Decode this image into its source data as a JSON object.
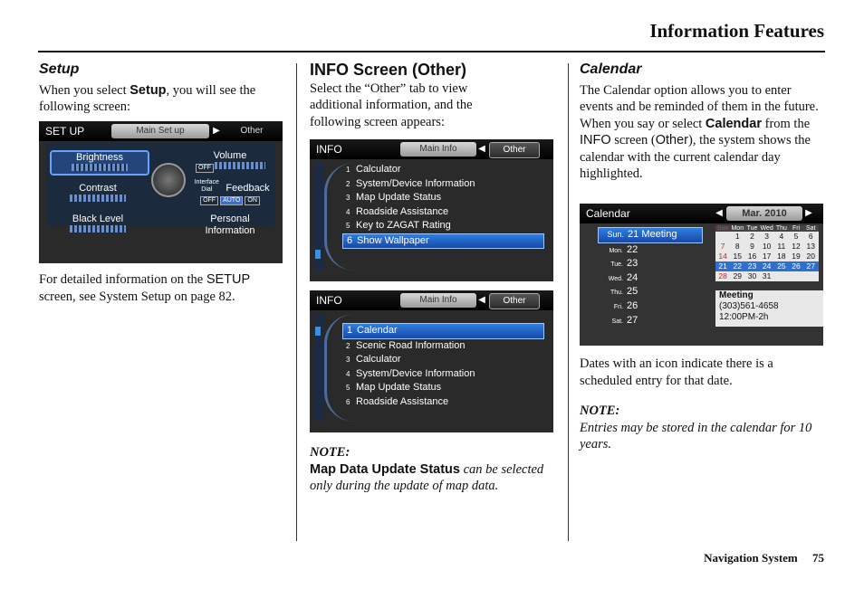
{
  "header": {
    "title": "Information Features"
  },
  "col1": {
    "heading": "Setup",
    "p1_a": "When you select ",
    "p1_b": "Setup",
    "p1_c": ", you will see the following screen:",
    "p2_a": "For detailed information on the ",
    "p2_b": "SETUP",
    "p2_c": "screen, see System Setup on page 82.",
    "screen": {
      "title": "SET UP",
      "tab_active": "Main Set up",
      "tab_other": "Other",
      "cells": [
        "Brightness",
        "Volume",
        "Contrast",
        "Feedback",
        "Black Level",
        "Personal",
        "Information"
      ],
      "interface_dial": "Interface Dial",
      "off": "OFF",
      "auto": "AUTO",
      "on": "ON"
    }
  },
  "col2": {
    "heading": "INFO Screen (Other)",
    "p1": "Select the “Other” tab to view additional information, and the following screen appears:",
    "screen1": {
      "title": "INFO",
      "tab_main": "Main Info",
      "tab_other": "Other",
      "items": [
        {
          "n": "1",
          "label": "Calculator"
        },
        {
          "n": "2",
          "label": "System/Device Information"
        },
        {
          "n": "3",
          "label": "Map Update Status"
        },
        {
          "n": "4",
          "label": "Roadside Assistance"
        },
        {
          "n": "5",
          "label": "Key to ZAGAT Rating"
        },
        {
          "n": "6",
          "label": "Show Wallpaper"
        }
      ]
    },
    "screen2": {
      "title": "INFO",
      "tab_main": "Main Info",
      "tab_other": "Other",
      "items": [
        {
          "n": "1",
          "label": "Calendar"
        },
        {
          "n": "2",
          "label": "Scenic Road Information"
        },
        {
          "n": "3",
          "label": "Calculator"
        },
        {
          "n": "4",
          "label": "System/Device Information"
        },
        {
          "n": "5",
          "label": "Map Update Status"
        },
        {
          "n": "6",
          "label": "Roadside Assistance"
        }
      ]
    },
    "note_heading": "NOTE:",
    "note_bold": "Map Data Update Status",
    "note_rest": " can be selected only during the update of map data."
  },
  "col3": {
    "heading": "Calendar",
    "p1_a": "The Calendar option allows you to enter events and be reminded of them in the future. When you say or select ",
    "p1_b": "Calendar",
    "p1_c": " from the ",
    "p1_d": "INFO",
    "p1_e": " screen (",
    "p1_f": "Other",
    "p1_g": "), the system shows the calendar with the current calendar day highlighted.",
    "screen": {
      "title": "Calendar",
      "month": "Mar. 2010",
      "days": [
        {
          "d": "Sun.",
          "n": "21",
          "note": "Meeting"
        },
        {
          "d": "Mon.",
          "n": "22",
          "note": ""
        },
        {
          "d": "Tue.",
          "n": "23",
          "note": ""
        },
        {
          "d": "Wed.",
          "n": "24",
          "note": ""
        },
        {
          "d": "Thu.",
          "n": "25",
          "note": ""
        },
        {
          "d": "Fri.",
          "n": "26",
          "note": ""
        },
        {
          "d": "Sat.",
          "n": "27",
          "note": ""
        }
      ],
      "weekdays": [
        "Sun",
        "Mon",
        "Tue",
        "Wed",
        "Thu",
        "Fri",
        "Sat"
      ],
      "weeks": [
        [
          "",
          "1",
          "2",
          "3",
          "4",
          "5",
          "6"
        ],
        [
          "7",
          "8",
          "9",
          "10",
          "11",
          "12",
          "13"
        ],
        [
          "14",
          "15",
          "16",
          "17",
          "18",
          "19",
          "20"
        ],
        [
          "21",
          "22",
          "23",
          "24",
          "25",
          "26",
          "27"
        ],
        [
          "28",
          "29",
          "30",
          "31",
          "",
          "",
          ""
        ]
      ],
      "event_title": "Meeting",
      "event_phone": "(303)561-4658",
      "event_time": "12:00PM-2h"
    },
    "p2": "Dates with an icon indicate there is a scheduled entry for that date.",
    "note_heading": "NOTE:",
    "note_text": "Entries may be stored in the calendar for 10 years."
  },
  "footer": {
    "label": "Navigation System",
    "page": "75"
  }
}
